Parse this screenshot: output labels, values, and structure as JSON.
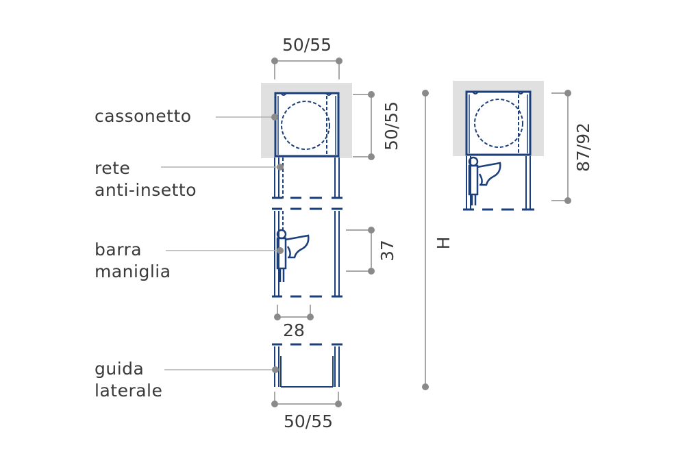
{
  "labels": {
    "cassonetto": "cassonetto",
    "rete_line1": "rete",
    "rete_line2": "anti-insetto",
    "barra_line1": "barra",
    "barra_line2": "maniglia",
    "guida_line1": "guida",
    "guida_line2": "laterale"
  },
  "dimensions": {
    "box_width": "50/55",
    "box_height": "50/55",
    "handle_height": "37",
    "bar_width": "28",
    "guide_width": "50/55",
    "total_height": "H",
    "closed_height": "87/92"
  },
  "colors": {
    "profile_blue": "#1b3f7a",
    "box_gray": "#e0e0e0",
    "dimension_gray": "#8a8a8a",
    "leader_gray": "#b0b0b0",
    "text": "#3a3a3a"
  }
}
